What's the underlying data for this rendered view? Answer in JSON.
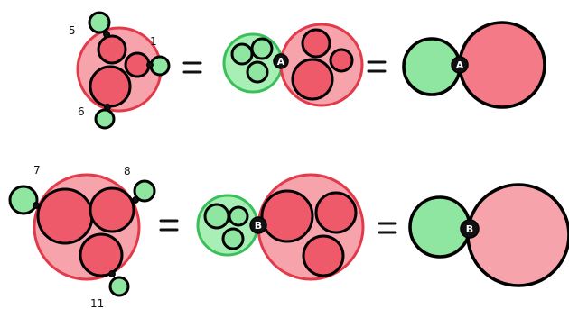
{
  "colors": {
    "red_fill": "#f37a86",
    "red_light": "#f7a3ab",
    "red_strong": "#ef5a6a",
    "red_outline": "#e23a4a",
    "green_fill": "#8fe6a0",
    "green_light": "#a8efb5",
    "green_outline": "#3bbf5a",
    "ink": "#111111"
  },
  "row1": {
    "labels": {
      "top_left": "5",
      "right": "1",
      "bottom": "6"
    },
    "node_label": "A"
  },
  "row2": {
    "labels": {
      "left": "7",
      "right": "8",
      "bottom": "11"
    },
    "node_label": "B"
  }
}
